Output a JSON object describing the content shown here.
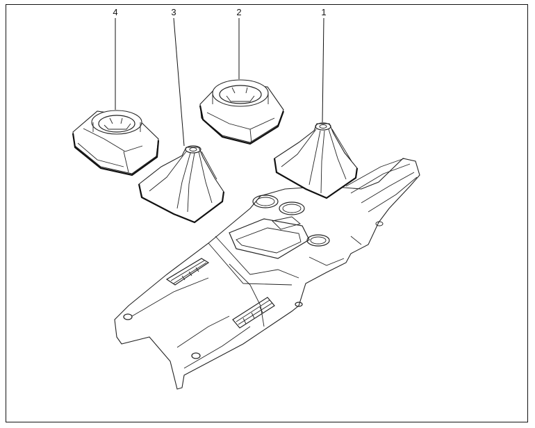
{
  "callouts": [
    {
      "label": "4"
    },
    {
      "label": "3"
    },
    {
      "label": "2"
    },
    {
      "label": "1"
    }
  ],
  "colors": {
    "line": "#222222",
    "frame": "#111111",
    "background": "#ffffff"
  }
}
